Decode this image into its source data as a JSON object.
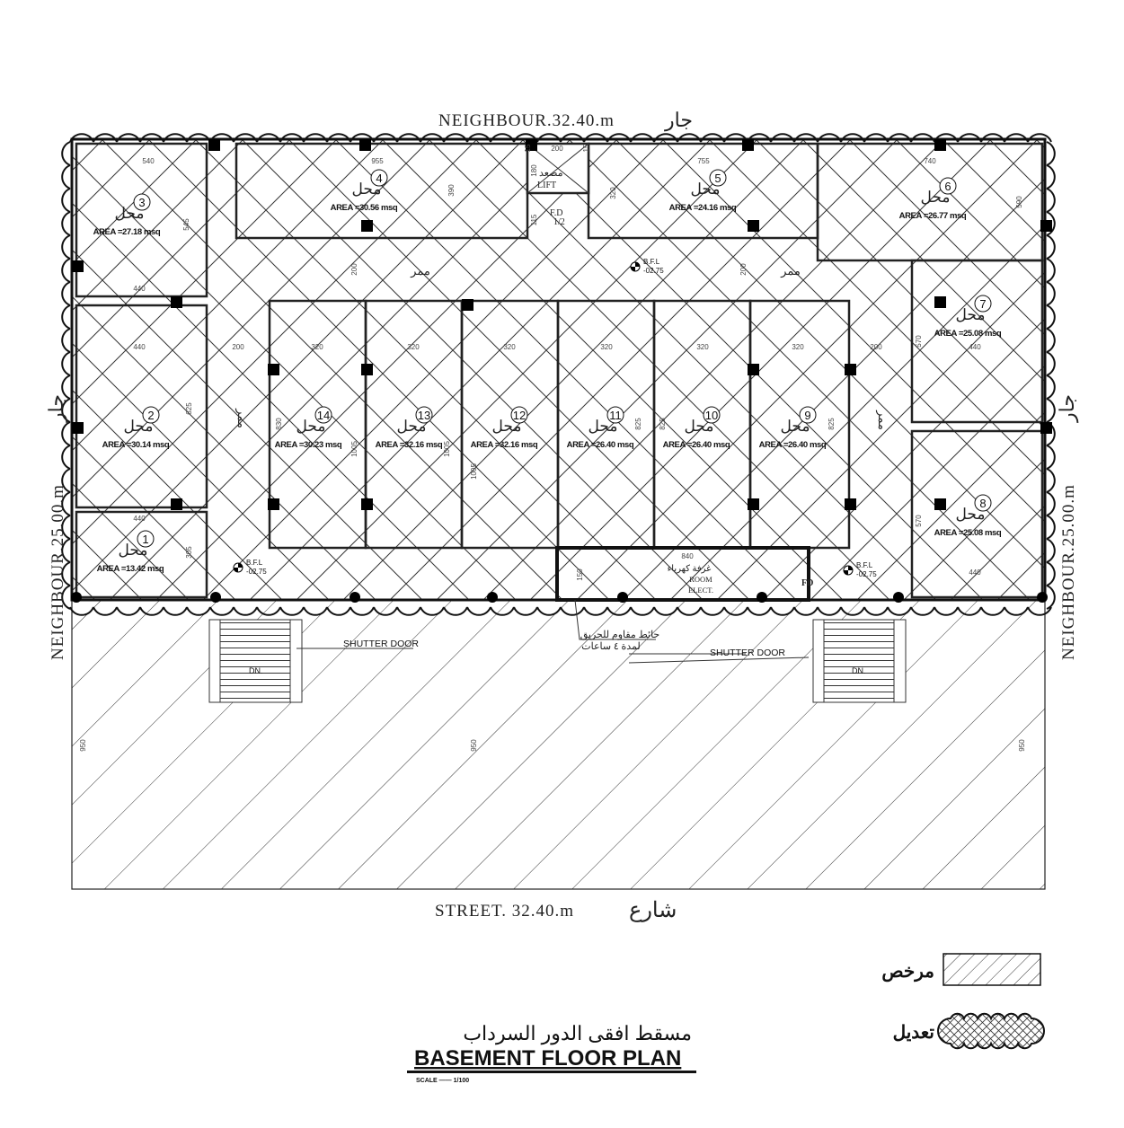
{
  "labels": {
    "top_neighbour": "NEIGHBOUR.32.40.m",
    "top_neighbour_ar": "جار",
    "left_neighbour": "NEIGHBOUR.25.00.m",
    "left_neighbour_ar": "جار",
    "right_neighbour": "NEIGHBOUR.25.00.m",
    "right_neighbour_ar": "جار",
    "street": "STREET.  32.40.m",
    "street_ar": "شارع",
    "lift_ar": "مصعد",
    "lift": "LIFT",
    "fire_door": "F.D",
    "fire_door_rating": "1/2",
    "fd_elect": "FD",
    "elect_ar": "غرفة كهرباء",
    "elect_room": "ROOM",
    "elect_elect": "ELECT.",
    "fire_wall_ar_1": "حائط مقاوم للحريق",
    "fire_wall_ar_2": "لمدة ٤ ساعات",
    "shutter_door_1": "SHUTTER DOOR",
    "shutter_door_2": "SHUTTER DOOR",
    "down_1": "DN.",
    "down_2": "DN.",
    "corridor_ar": "ممر",
    "bfl": "B.F.L",
    "bfl_level": "-02.75"
  },
  "rooms": [
    {
      "no": "1",
      "type": "محل",
      "area": "AREA =13.42 msq"
    },
    {
      "no": "2",
      "type": "محل",
      "area": "AREA =30.14 msq"
    },
    {
      "no": "3",
      "type": "محل",
      "area": "AREA =27.18 msq"
    },
    {
      "no": "4",
      "type": "محل",
      "area": "AREA =30.56 msq"
    },
    {
      "no": "5",
      "type": "محل",
      "area": "AREA =24.16 msq"
    },
    {
      "no": "6",
      "type": "محل",
      "area": "AREA =26.77 msq"
    },
    {
      "no": "7",
      "type": "محل",
      "area": "AREA =25.08 msq"
    },
    {
      "no": "8",
      "type": "محل",
      "area": "AREA =25.08 msq"
    },
    {
      "no": "9",
      "type": "محل",
      "area": "AREA =26.40 msq"
    },
    {
      "no": "10",
      "type": "محل",
      "area": "AREA =26.40 msq"
    },
    {
      "no": "11",
      "type": "محل",
      "area": "AREA =26.40 msq"
    },
    {
      "no": "12",
      "type": "محل",
      "area": "AREA =32.16 msq"
    },
    {
      "no": "13",
      "type": "محل",
      "area": "AREA =32.16 msq"
    },
    {
      "no": "14",
      "type": "محل",
      "area": "AREA =30.23 msq"
    }
  ],
  "dimensions": [
    "540",
    "955",
    "755",
    "740",
    "440",
    "440",
    "200",
    "320",
    "320",
    "320",
    "320",
    "320",
    "320",
    "200",
    "440",
    "440",
    "440",
    "840",
    "950",
    "950",
    "950",
    "545",
    "625",
    "305",
    "830",
    "1005",
    "1005",
    "1005",
    "825",
    "825",
    "825",
    "570",
    "570",
    "200",
    "200",
    "390",
    "320",
    "590",
    "180",
    "200",
    "15",
    "15",
    "115",
    "150"
  ],
  "legend": {
    "licensed_ar": "مرخص",
    "modified_ar": "تعديل"
  },
  "title": {
    "arabic": "مسقط افقى الدور السرداب",
    "english": "BASEMENT FLOOR PLAN",
    "scale": "SCALE —— 1/100"
  }
}
